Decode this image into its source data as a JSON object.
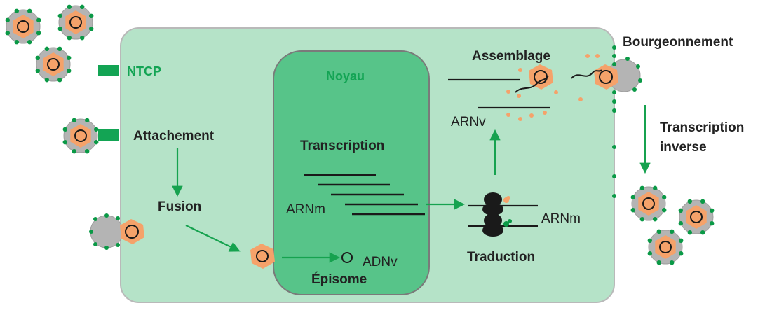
{
  "labels": {
    "ntcp": "NTCP",
    "noyau": "Noyau",
    "attachement": "Attachement",
    "fusion": "Fusion",
    "transcription": "Transcription",
    "arnm_nucleus": "ARNm",
    "adnv": "ADNv",
    "episome": "Épisome",
    "traduction": "Traduction",
    "arnm_ribosome": "ARNm",
    "arnv": "ARNv",
    "assemblage": "Assemblage",
    "bourgeonnement": "Bourgeonnement",
    "transcription_inverse_1": "Transcription",
    "transcription_inverse_2": "inverse"
  },
  "colors": {
    "cell_fill": "#b5e3c8",
    "cell_stroke": "#b9b9b9",
    "nucleus_fill": "#57c489",
    "nucleus_stroke": "#7a7a7a",
    "green_text": "#13a454",
    "arrow_green": "#16a24f",
    "capsid_orange": "#f5a26a",
    "envelope_gray": "#b4b4b4",
    "dot_green": "#0a9946",
    "text_dark": "#222222"
  }
}
